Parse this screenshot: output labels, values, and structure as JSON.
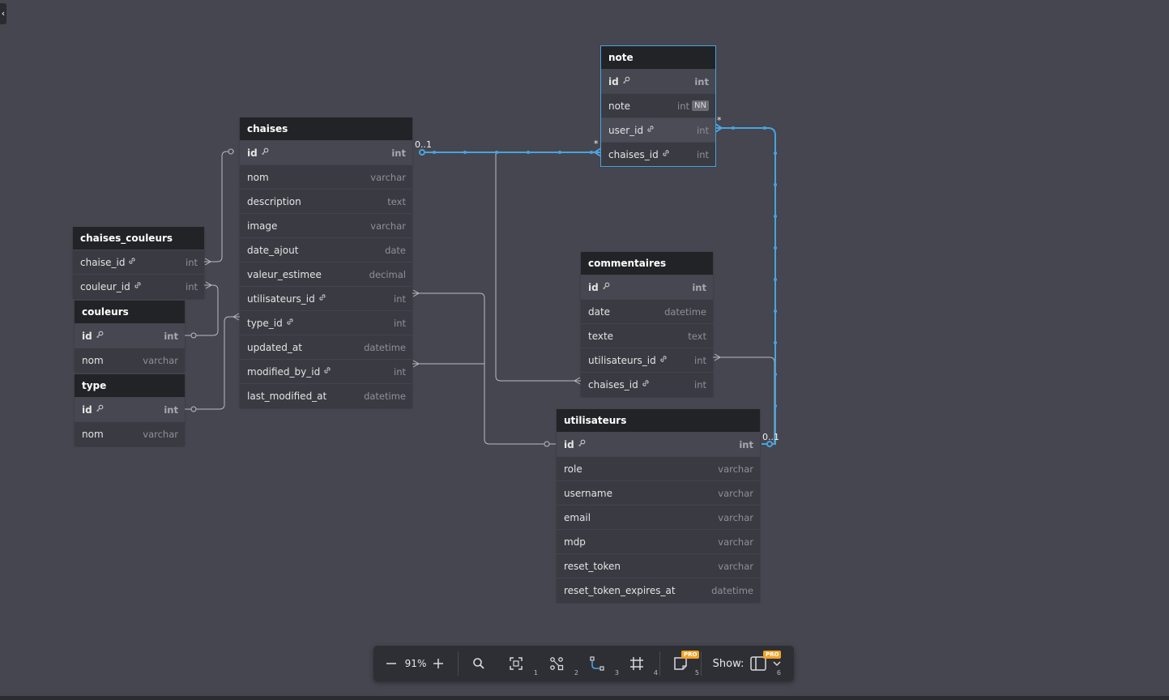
{
  "tables": {
    "note": {
      "name": "note",
      "columns": [
        {
          "name": "id",
          "type": "int",
          "pk": true
        },
        {
          "name": "note",
          "type": "int",
          "badge": "NN"
        },
        {
          "name": "user_id",
          "type": "int",
          "fk": true
        },
        {
          "name": "chaises_id",
          "type": "int",
          "fk": true
        }
      ]
    },
    "chaises": {
      "name": "chaises",
      "columns": [
        {
          "name": "id",
          "type": "int",
          "pk": true
        },
        {
          "name": "nom",
          "type": "varchar"
        },
        {
          "name": "description",
          "type": "text"
        },
        {
          "name": "image",
          "type": "varchar"
        },
        {
          "name": "date_ajout",
          "type": "date"
        },
        {
          "name": "valeur_estimee",
          "type": "decimal"
        },
        {
          "name": "utilisateurs_id",
          "type": "int",
          "fk": true
        },
        {
          "name": "type_id",
          "type": "int",
          "fk": true
        },
        {
          "name": "updated_at",
          "type": "datetime"
        },
        {
          "name": "modified_by_id",
          "type": "int",
          "fk": true
        },
        {
          "name": "last_modified_at",
          "type": "datetime"
        }
      ]
    },
    "chaises_couleurs": {
      "name": "chaises_couleurs",
      "columns": [
        {
          "name": "chaise_id",
          "type": "int",
          "fk": true
        },
        {
          "name": "couleur_id",
          "type": "int",
          "fk": true
        }
      ]
    },
    "couleurs": {
      "name": "couleurs",
      "columns": [
        {
          "name": "id",
          "type": "int",
          "pk": true
        },
        {
          "name": "nom",
          "type": "varchar"
        }
      ]
    },
    "type": {
      "name": "type",
      "columns": [
        {
          "name": "id",
          "type": "int",
          "pk": true
        },
        {
          "name": "nom",
          "type": "varchar"
        }
      ]
    },
    "commentaires": {
      "name": "commentaires",
      "columns": [
        {
          "name": "id",
          "type": "int",
          "pk": true
        },
        {
          "name": "date",
          "type": "datetime"
        },
        {
          "name": "texte",
          "type": "text"
        },
        {
          "name": "utilisateurs_id",
          "type": "int",
          "fk": true
        },
        {
          "name": "chaises_id",
          "type": "int",
          "fk": true
        }
      ]
    },
    "utilisateurs": {
      "name": "utilisateurs",
      "columns": [
        {
          "name": "id",
          "type": "int",
          "pk": true
        },
        {
          "name": "role",
          "type": "varchar"
        },
        {
          "name": "username",
          "type": "varchar"
        },
        {
          "name": "email",
          "type": "varchar"
        },
        {
          "name": "mdp",
          "type": "varchar"
        },
        {
          "name": "reset_token",
          "type": "varchar"
        },
        {
          "name": "reset_token_expires_at",
          "type": "datetime"
        }
      ]
    }
  },
  "cardinalities": {
    "chaises_note_one": "0..1",
    "chaises_note_many": "*",
    "note_user_many": "*",
    "utilisateurs_note_one": "0..1"
  },
  "toolbar": {
    "zoom": "91%",
    "show_label": "Show:",
    "pro_label": "PRO",
    "shortcut_1": "1",
    "shortcut_2": "2",
    "shortcut_3": "3",
    "shortcut_4": "4",
    "shortcut_5": "5",
    "shortcut_6": "6"
  },
  "colors": {
    "canvas": "#45464f",
    "selected_edge": "#4aa3df",
    "edge": "#b9bac2",
    "pro_badge": "#f2a227"
  }
}
